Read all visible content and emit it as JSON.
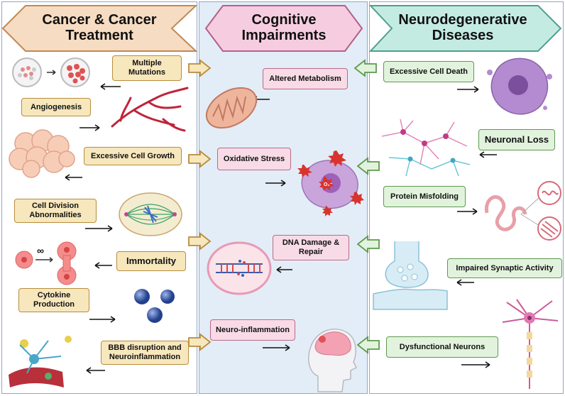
{
  "colors": {
    "cancer_header": "#f6dcc2",
    "cognitive_header": "#f6cde0",
    "neuro_header": "#c4ebe2",
    "middle_panel": "#e3edf7",
    "tan_label": "#f7e7bd",
    "pink_label": "#f8dbe6",
    "green_label": "#e2f3dd"
  },
  "headers": {
    "cancer": "Cancer & Cancer\nTreatment",
    "cognitive": "Cognitive\nImpairments",
    "neuro": "Neurodegenerative\nDiseases"
  },
  "cancer_labels": {
    "multiple_mutations": "Multiple\nMutations",
    "angiogenesis": "Angiogenesis",
    "excessive_cell_growth": "Excessive Cell Growth",
    "cell_division": "Cell Division\nAbnormalities",
    "immortality": "Immortality",
    "cytokine": "Cytokine\nProduction",
    "bbb": "BBB disruption and\nNeuroinflammation",
    "infinity_symbol": "∞"
  },
  "cognitive_labels": {
    "altered_metabolism": "Altered Metabolism",
    "oxidative_stress": "Oxidative Stress",
    "dna_damage": "DNA Damage &\nRepair",
    "neuro_inflammation": "Neuro-inflammation",
    "ros_symbol": "O₂⁻"
  },
  "neuro_labels": {
    "excessive_cell_death": "Excessive Cell Death",
    "neuronal_loss": "Neuronal Loss",
    "protein_misfolding": "Protein Misfolding",
    "impaired_synaptic": "Impaired Synaptic Activity",
    "dysfunctional_neurons": "Dysfunctional Neurons"
  },
  "icons": [
    "petri-dish-icon",
    "blood-vessel-icon",
    "cell-cluster-icon",
    "mitotic-spindle-icon",
    "dividing-cell-icon",
    "cytokine-spheres-icon",
    "bbb-vessel-icon",
    "mitochondrion-icon",
    "ros-cell-icon",
    "dna-nucleus-icon",
    "head-brain-icon",
    "dying-cell-icon",
    "neuron-network-icon",
    "misfolded-protein-icon",
    "synapse-icon",
    "neuron-icon"
  ]
}
